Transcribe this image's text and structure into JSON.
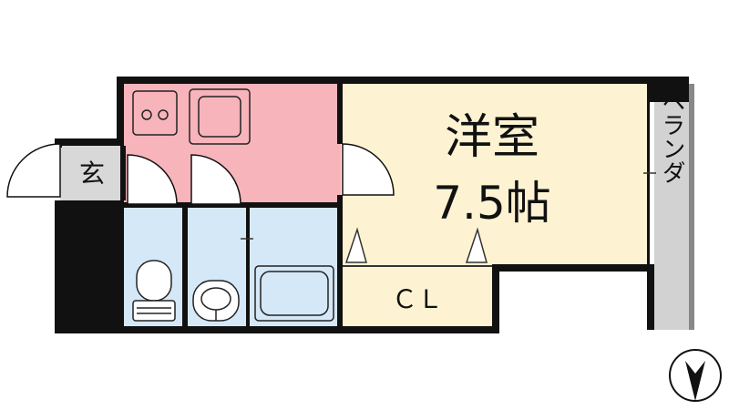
{
  "rooms": {
    "entrance": {
      "label": "玄"
    },
    "western_room": {
      "name": "洋室",
      "size": "7.5帖"
    },
    "closet": {
      "label": "ＣＬ"
    },
    "balcony": {
      "label": "ベランダ"
    }
  },
  "colors": {
    "kitchen": "#f8b4bb",
    "western_room": "#fdf3d2",
    "wet_area": "#d5e8f8",
    "balcony": "#d2d2d2",
    "entrance": "#d8d8d8",
    "wall": "#111111",
    "closet": "#fdf3d2"
  },
  "icons": [
    "stove-icon",
    "sink-icon",
    "toilet-icon",
    "washbasin-icon",
    "bathtub-icon",
    "compass-icon"
  ]
}
